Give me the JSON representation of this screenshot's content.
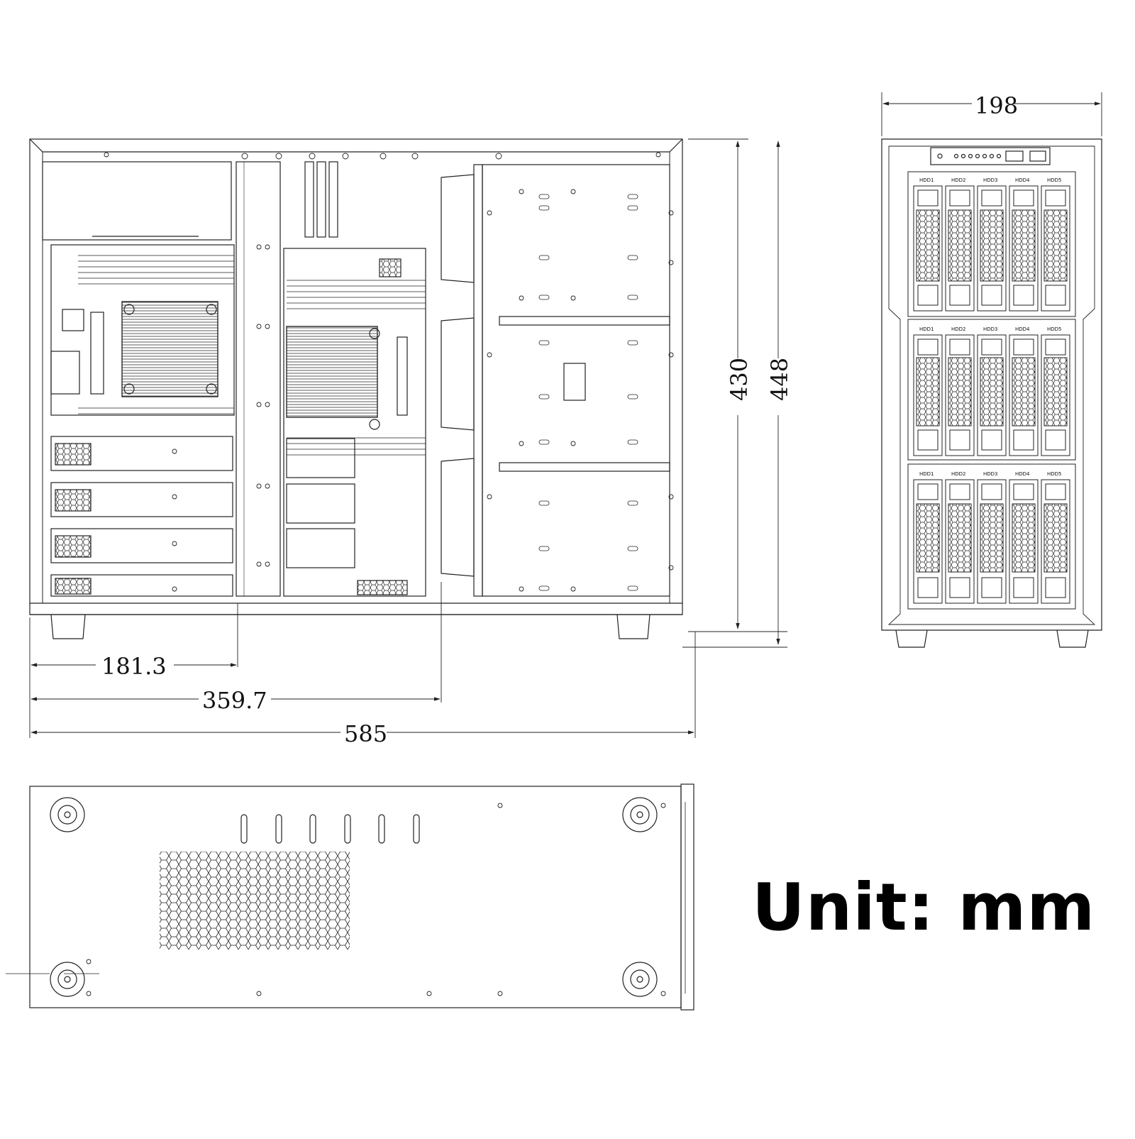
{
  "side_view": {
    "dim_width_total": "585",
    "dim_mb_offset": "181.3",
    "dim_fan_offset": "359.7",
    "dim_height_inner": "430",
    "dim_height_total": "448"
  },
  "front_view": {
    "dim_width": "198",
    "drive_cages": [
      {
        "bays": [
          "HDD1",
          "HDD2",
          "HDD3",
          "HDD4",
          "HDD5"
        ]
      },
      {
        "bays": [
          "HDD1",
          "HDD2",
          "HDD3",
          "HDD4",
          "HDD5"
        ]
      },
      {
        "bays": [
          "HDD1",
          "HDD2",
          "HDD3",
          "HDD4",
          "HDD5"
        ]
      }
    ]
  },
  "bottom_view": {},
  "unit_label": "Unit: mm"
}
